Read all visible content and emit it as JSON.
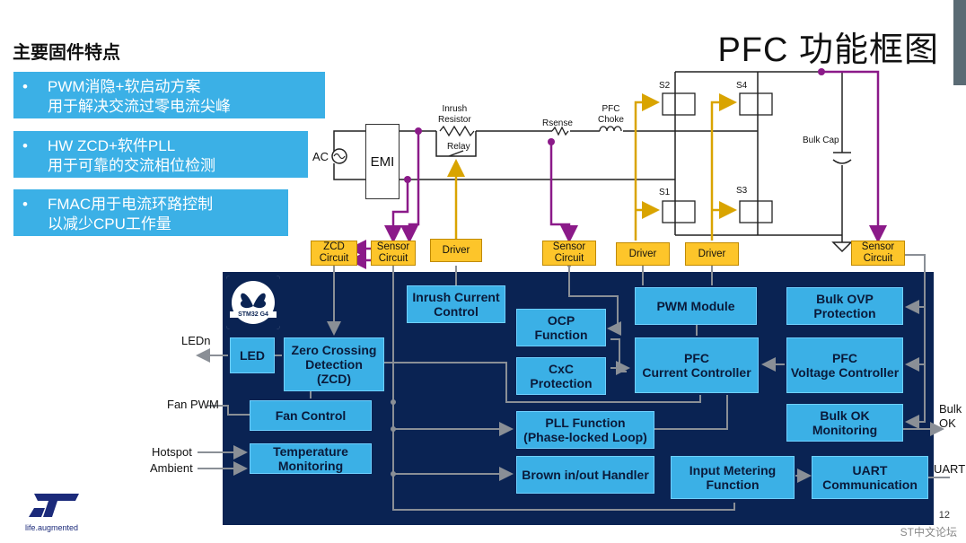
{
  "heading": "主要固件特点",
  "title": "PFC 功能框图",
  "features": [
    {
      "bullet": "•",
      "line1": "PWM消隐+软启动方案",
      "line2": "用于解决交流过零电流尖峰"
    },
    {
      "bullet": "•",
      "line1": "HW ZCD+软件PLL",
      "line2": "用于可靠的交流相位检测"
    },
    {
      "bullet": "•",
      "line1": "FMAC用于电流环路控制",
      "line2": "以减少CPU工作量"
    }
  ],
  "circuit": {
    "ac": "AC",
    "emi": "EMI",
    "inrush_resistor": [
      "Inrush",
      "Resistor"
    ],
    "relay": "Relay",
    "rsense": "Rsense",
    "pfc_choke": [
      "PFC",
      "Choke"
    ],
    "s1": "S1",
    "s2": "S2",
    "s3": "S3",
    "s4": "S4",
    "bulk_cap": "Bulk Cap"
  },
  "yellow_boxes": {
    "zcd": [
      "ZCD",
      "Circuit"
    ],
    "sensor1": [
      "Sensor",
      "Circuit"
    ],
    "driver1": "Driver",
    "sensor2": [
      "Sensor",
      "Circuit"
    ],
    "driver2": "Driver",
    "driver3": "Driver",
    "sensor3": [
      "Sensor",
      "Circuit"
    ]
  },
  "chip": {
    "line1": "STM32",
    "line2": "G4"
  },
  "blocks": {
    "inrush": [
      "Inrush Current",
      "Control"
    ],
    "pwm": "PWM Module",
    "bulk_ovp": [
      "Bulk OVP",
      "Protection"
    ],
    "ocp": [
      "OCP",
      "Function"
    ],
    "cxc": [
      "CxC",
      "Protection"
    ],
    "pfc_cc": [
      "PFC",
      "Current Controller"
    ],
    "pfc_vc": [
      "PFC",
      "Voltage Controller"
    ],
    "led": "LED",
    "zcd": [
      "Zero Crossing",
      "Detection",
      "(ZCD)"
    ],
    "fan": "Fan Control",
    "temp": [
      "Temperature",
      "Monitoring"
    ],
    "pll": [
      "PLL Function",
      "(Phase-locked Loop)"
    ],
    "bulk_ok": [
      "Bulk OK",
      "Monitoring"
    ],
    "brown": "Brown in/out Handler",
    "metering": [
      "Input Metering",
      "Function"
    ],
    "uart": [
      "UART",
      "Communication"
    ]
  },
  "io_labels": {
    "ledn": "LEDn",
    "fan_pwm": "Fan PWM",
    "hotspot": "Hotspot",
    "ambient": "Ambient",
    "bulk_ok": [
      "Bulk",
      "OK"
    ],
    "uart": "UART"
  },
  "footer": {
    "tagline": "life.augmented",
    "page": "12",
    "watermark": "ST中文论坛"
  },
  "colors": {
    "panel": "#0a2353",
    "block": "#3bb0e6",
    "sensor_box": "#fdc52a",
    "sense_line": "#8b1a89",
    "drive_line": "#d9a400"
  }
}
